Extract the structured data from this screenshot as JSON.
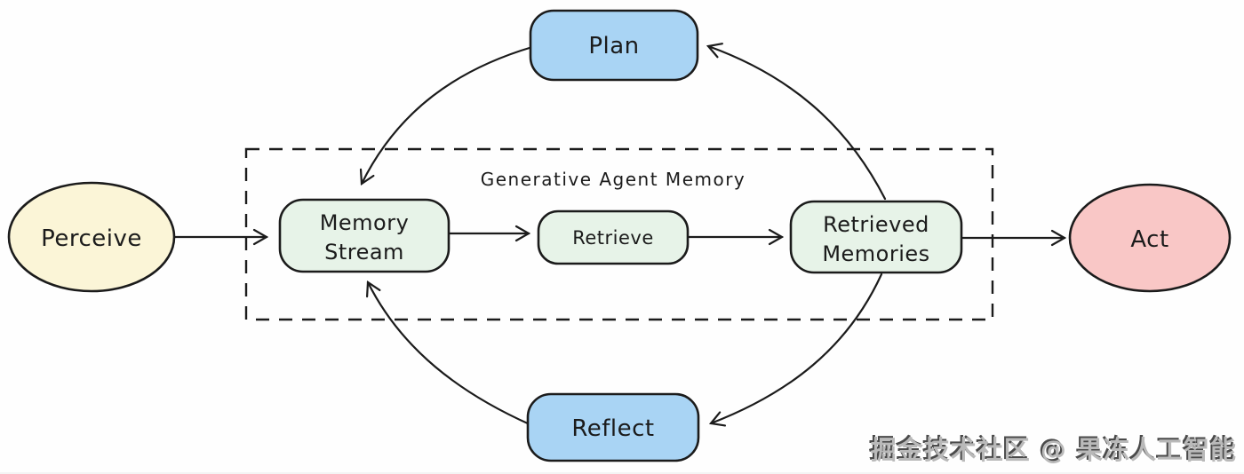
{
  "diagram": {
    "group_title": "Generative Agent Memory",
    "nodes": {
      "perceive": {
        "label": "Perceive",
        "fill": "#fbf5d7"
      },
      "plan": {
        "label": "Plan",
        "fill": "#a9d4f4"
      },
      "memory_stream": {
        "label_line1": "Memory",
        "label_line2": "Stream",
        "fill": "#e7f3e8"
      },
      "retrieve": {
        "label": "Retrieve",
        "fill": "#e7f3e8"
      },
      "retrieved_memories": {
        "label_line1": "Retrieved",
        "label_line2": "Memories",
        "fill": "#e7f3e8"
      },
      "reflect": {
        "label": "Reflect",
        "fill": "#a9d4f4"
      },
      "act": {
        "label": "Act",
        "fill": "#f9c7c6"
      }
    },
    "colors": {
      "stroke": "#1b1b1b",
      "background": "#fefefe",
      "blue_fill": "#a9d4f4",
      "green_fill": "#e7f3e8",
      "yellow_fill": "#fbf5d7",
      "pink_fill": "#f9c7c6"
    },
    "watermark": "掘金技术社区 @ 果冻人工智能"
  }
}
